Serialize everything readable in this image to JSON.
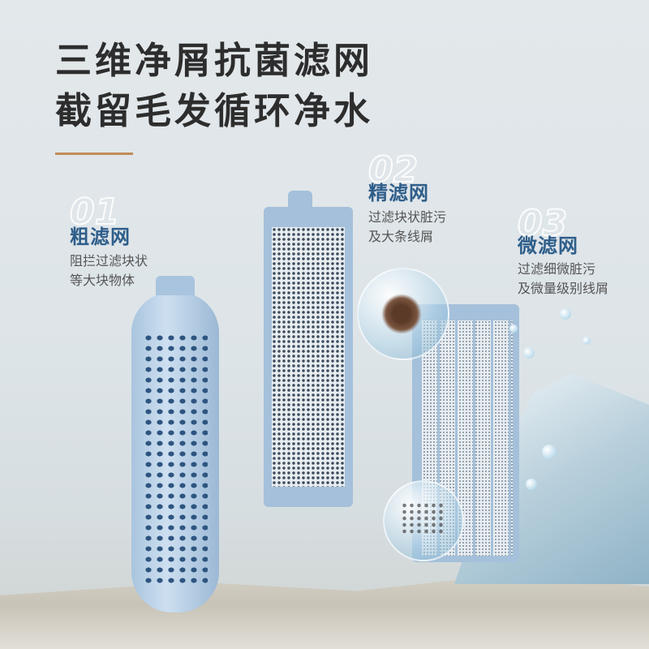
{
  "headline": {
    "line1": "三维净屑抗菌滤网",
    "line2": "截留毛发循环净水"
  },
  "filters": [
    {
      "number": "01",
      "title": "粗滤网",
      "description": "阻拦过滤块状\n等大块物体"
    },
    {
      "number": "02",
      "title": "精滤网",
      "description": "过滤块状脏污\n及大条线屑"
    },
    {
      "number": "03",
      "title": "微滤网",
      "description": "过滤细微脏污\n及微量级别线屑"
    }
  ],
  "colors": {
    "title_blue": "#2e5e8a",
    "divider": "#c28c5a",
    "headline": "#2d2d2d"
  }
}
